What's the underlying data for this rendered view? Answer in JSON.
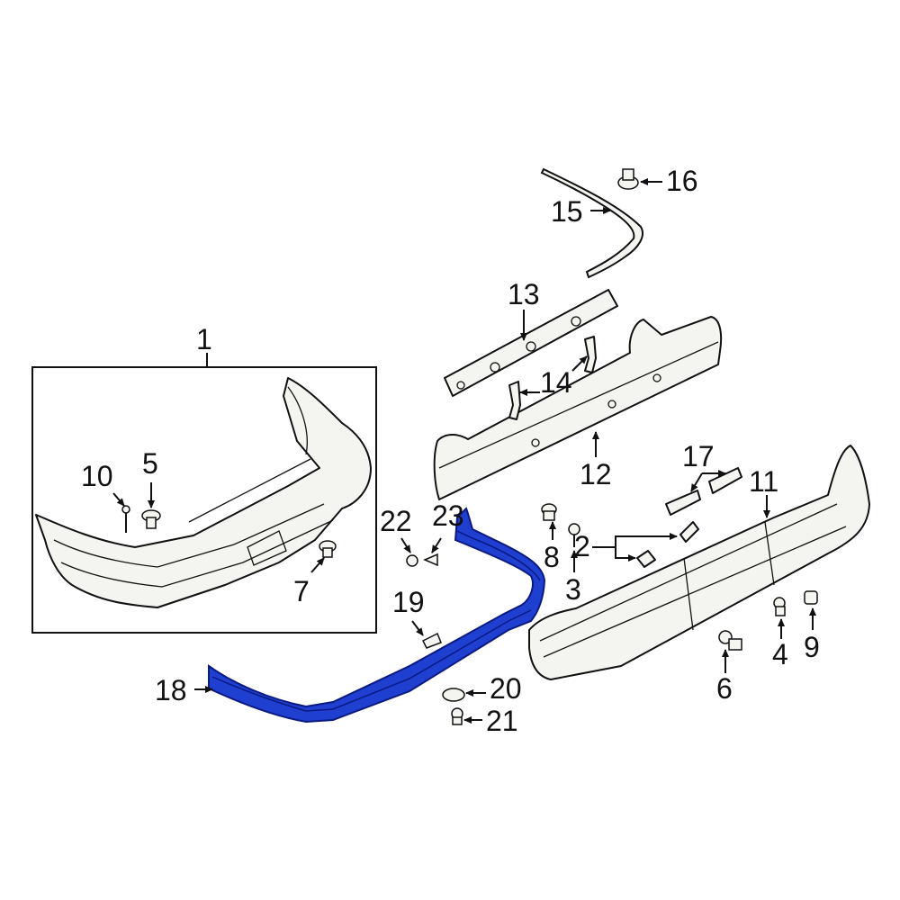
{
  "diagram": {
    "highlight_color": "#1f3fd0",
    "callouts": [
      {
        "id": "c1",
        "label": "1"
      },
      {
        "id": "c2",
        "label": "2"
      },
      {
        "id": "c3",
        "label": "3"
      },
      {
        "id": "c4",
        "label": "4"
      },
      {
        "id": "c5",
        "label": "5"
      },
      {
        "id": "c6",
        "label": "6"
      },
      {
        "id": "c7",
        "label": "7"
      },
      {
        "id": "c8",
        "label": "8"
      },
      {
        "id": "c9",
        "label": "9"
      },
      {
        "id": "c10",
        "label": "10"
      },
      {
        "id": "c11",
        "label": "11"
      },
      {
        "id": "c12",
        "label": "12"
      },
      {
        "id": "c13",
        "label": "13"
      },
      {
        "id": "c14",
        "label": "14"
      },
      {
        "id": "c15",
        "label": "15"
      },
      {
        "id": "c16",
        "label": "16"
      },
      {
        "id": "c17",
        "label": "17"
      },
      {
        "id": "c18",
        "label": "18"
      },
      {
        "id": "c19",
        "label": "19"
      },
      {
        "id": "c20",
        "label": "20"
      },
      {
        "id": "c21",
        "label": "21"
      },
      {
        "id": "c22",
        "label": "22"
      },
      {
        "id": "c23",
        "label": "23"
      }
    ]
  }
}
